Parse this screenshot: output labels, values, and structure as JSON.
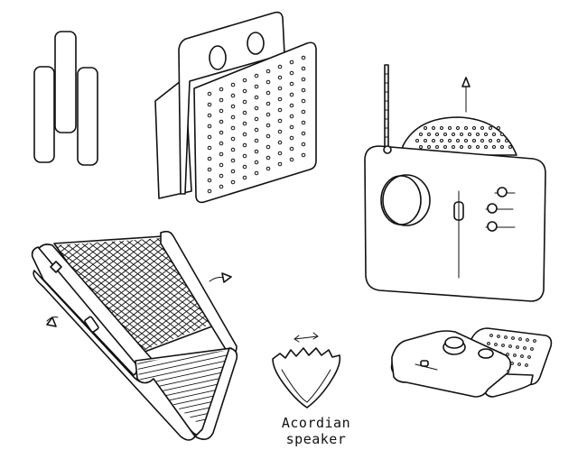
{
  "caption": {
    "line1": "Acordian",
    "line2": "speaker"
  },
  "sketches": [
    "vertical-bars",
    "stacked-speaker-box",
    "folding-mesh-speaker",
    "accordion-speaker",
    "radio-with-antenna",
    "sliding-box-speaker"
  ],
  "ink_color": "#111111",
  "paper_color": "#ffffff"
}
